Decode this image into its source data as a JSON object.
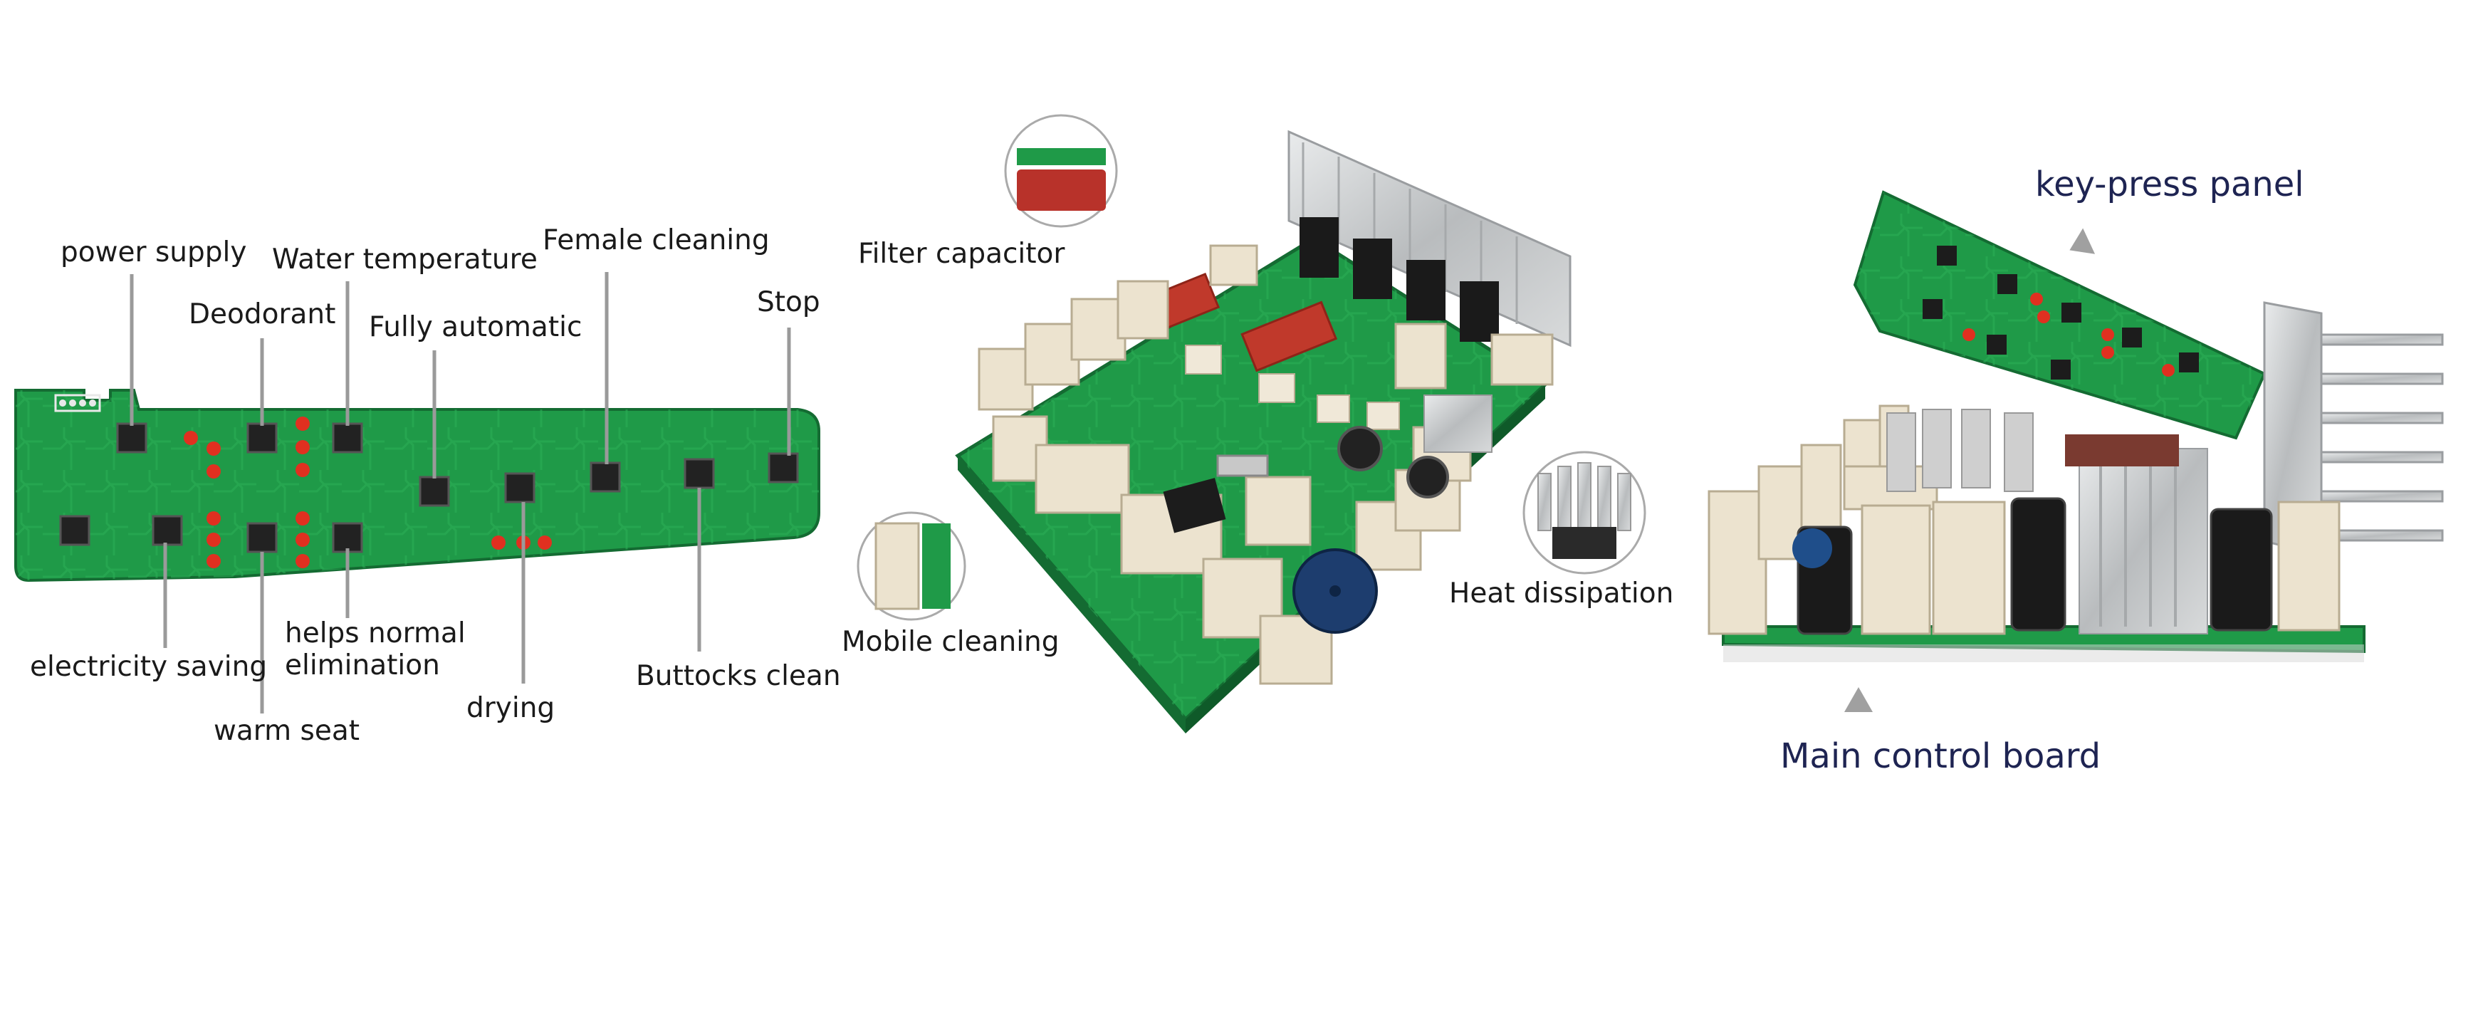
{
  "panel_labels": {
    "power_supply": "power supply",
    "deodorant": "Deodorant",
    "water_temperature": "Water temperature",
    "fully_automatic": "Fully automatic",
    "female_cleaning": "Female cleaning",
    "stop": "Stop",
    "electricity_saving": "electricity saving",
    "warm_seat": "warm seat",
    "helps_normal_elimination": "helps normal\nelimination",
    "drying": "drying",
    "buttocks_clean": "Buttocks clean"
  },
  "board_labels": {
    "filter_capacitor": "Filter capacitor",
    "mobile_cleaning": "Mobile cleaning",
    "heat_dissipation": "Heat dissipation"
  },
  "assembly_labels": {
    "key_press_panel": "key-press panel",
    "main_control_board": "Main control board"
  },
  "colors": {
    "pcb_green": "#1f9a48",
    "pcb_dark": "#146b32",
    "connector_ivory": "#ece3cf",
    "heatsink_silver": "#c9cbcc",
    "led_red": "#e03020",
    "leader_gray": "#9a9a9a",
    "label_navy": "#1e2452"
  }
}
